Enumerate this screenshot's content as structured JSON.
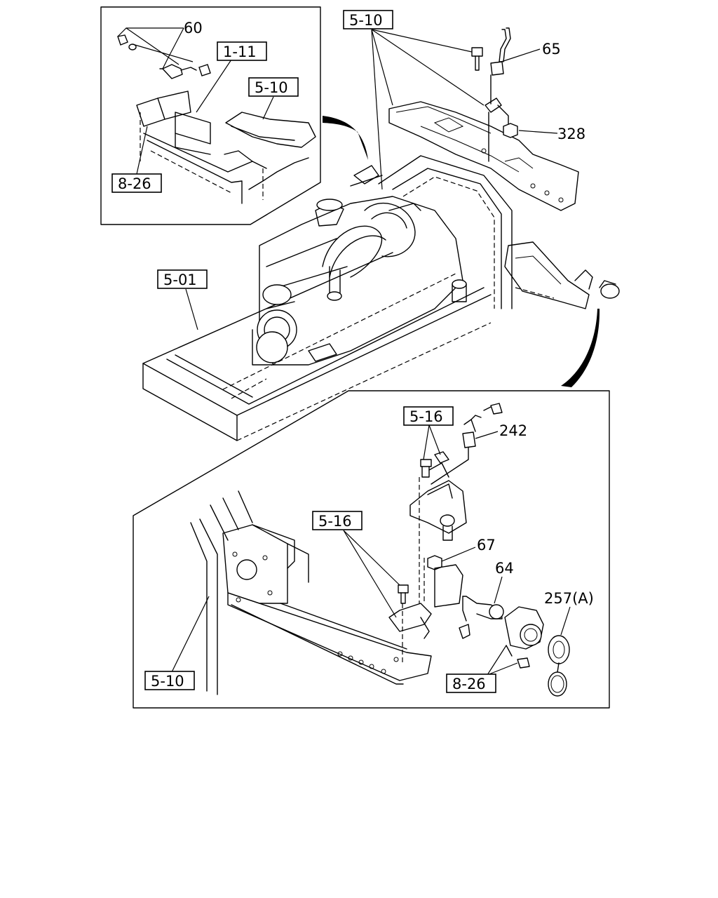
{
  "callouts": {
    "top_left_inset": {
      "part_60": "60",
      "ref_1_11": "1-11",
      "ref_5_10": "5-10",
      "ref_8_26": "8-26"
    },
    "top_right": {
      "ref_5_10": "5-10",
      "part_65": "65",
      "part_328": "328"
    },
    "main": {
      "ref_5_01": "5-01"
    },
    "bottom_inset": {
      "ref_5_16_upper": "5-16",
      "part_242": "242",
      "ref_5_16_lower": "5-16",
      "part_67": "67",
      "part_64": "64",
      "part_257a": "257(A)",
      "ref_5_10": "5-10",
      "ref_8_26": "8-26"
    }
  }
}
